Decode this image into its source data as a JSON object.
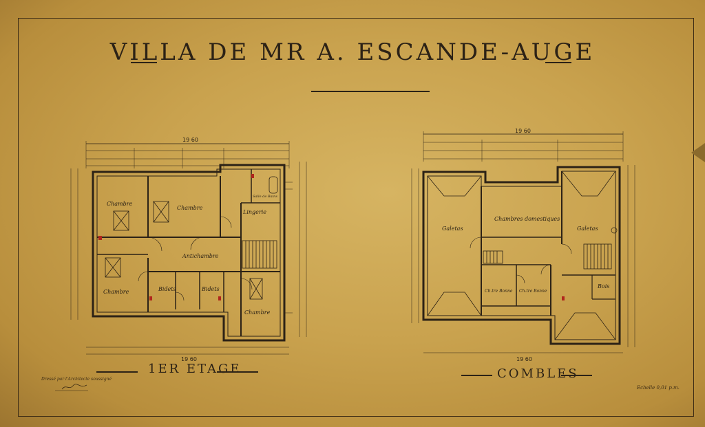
{
  "drawing": {
    "title": "Villa de Mr A. Escande-Auge",
    "plans": [
      {
        "id": "first-floor",
        "label": "1er Etage",
        "overall_width": "19 60",
        "rooms": [
          "Chambre",
          "Chambre",
          "Antichambre",
          "Chambre",
          "Chambre",
          "Lingerie",
          "Bidets",
          "Bidets",
          "Salle de Bains"
        ]
      },
      {
        "id": "attic",
        "label": "Combles",
        "overall_width": "19 60",
        "rooms": [
          "Galetas",
          "Galetas",
          "Chambres domestiques",
          "Ch.tre Bonne",
          "Ch.tre Bonne",
          "Bois"
        ]
      }
    ],
    "signature_text": "Dressé par l'Architecte soussigné",
    "scale_note": "Echelle 0,01 p.m."
  },
  "colors": {
    "paper": "#c9a24e",
    "ink": "#2c2216",
    "accent": "#b0261c"
  }
}
